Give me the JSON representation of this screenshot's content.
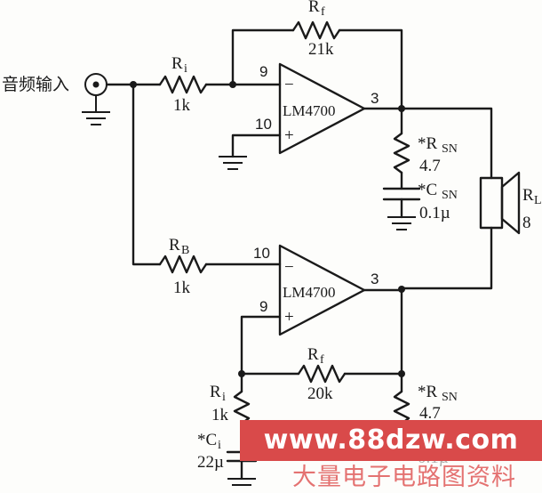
{
  "input": {
    "label": "音频输入"
  },
  "amp_top": {
    "chip": "LM4700",
    "pin_inv": "9",
    "pin_noninv": "10",
    "pin_out": "3",
    "minus": "−",
    "plus": "+"
  },
  "amp_bottom": {
    "chip": "LM4700",
    "pin_inv": "10",
    "pin_noninv": "9",
    "pin_out": "3",
    "minus": "−",
    "plus": "+"
  },
  "components": {
    "ri_top": {
      "name": "R",
      "sub": "i",
      "value": "1k"
    },
    "rf_top": {
      "name": "R",
      "sub": "f",
      "value": "21k"
    },
    "rb": {
      "name": "R",
      "sub": "B",
      "value": "1k"
    },
    "rf_bottom": {
      "name": "R",
      "sub": "f",
      "value": "20k"
    },
    "ri_bottom": {
      "name": "R",
      "sub": "i",
      "value": "1k"
    },
    "ci_bottom": {
      "name": "*C",
      "sub": "i",
      "value": "22µ"
    },
    "rsn_top": {
      "name": "*R",
      "sub": "SN",
      "value": "4.7"
    },
    "csn_top": {
      "name": "*C",
      "sub": "SN",
      "value": "0.1µ"
    },
    "rsn_bottom": {
      "name": "*R",
      "sub": "SN",
      "value": "4.7"
    },
    "csn_bottom": {
      "value": "0.1µ"
    },
    "rl": {
      "name": "R",
      "sub": "L",
      "value": "8"
    }
  },
  "watermark": {
    "url": "www.88dzw.com",
    "site": "大量电子电路图资料"
  }
}
